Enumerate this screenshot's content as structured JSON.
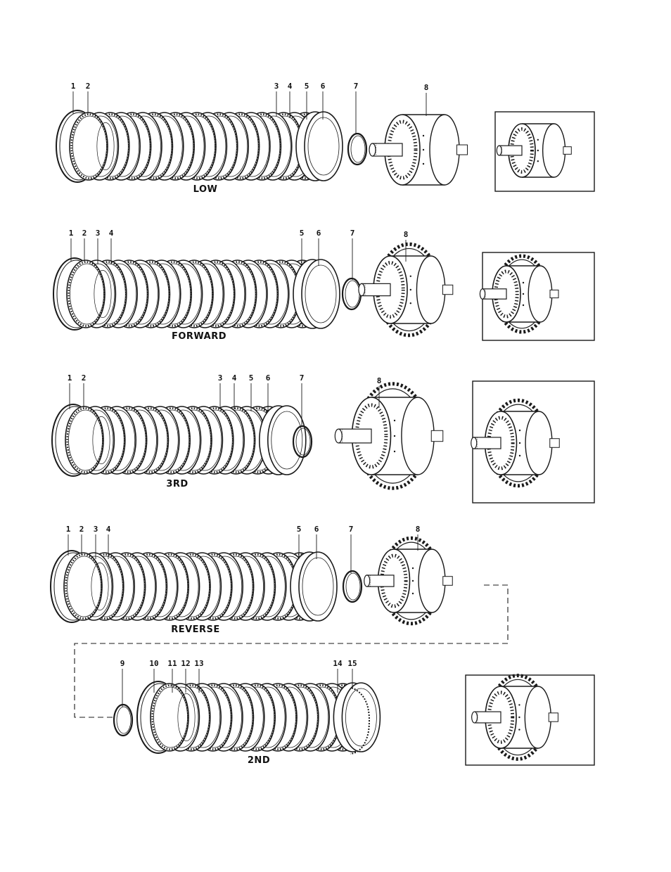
{
  "colors": {
    "ink": "#1a1a1a",
    "paper": "#ffffff"
  },
  "groups": [
    {
      "label": "LOW",
      "numbers": [
        "1",
        "2",
        "3",
        "4",
        "5",
        "6",
        "7",
        "8"
      ]
    },
    {
      "label": "FORWARD",
      "numbers": [
        "1",
        "2",
        "3",
        "4",
        "5",
        "6",
        "7",
        "8"
      ]
    },
    {
      "label": "3RD",
      "numbers": [
        "1",
        "2",
        "3",
        "4",
        "5",
        "6",
        "7",
        "8"
      ]
    },
    {
      "label": "REVERSE",
      "numbers": [
        "1",
        "2",
        "3",
        "4",
        "5",
        "6",
        "7",
        "8"
      ]
    },
    {
      "label": "2ND",
      "numbers": [
        "9",
        "10",
        "11",
        "12",
        "13",
        "14",
        "15"
      ]
    }
  ]
}
